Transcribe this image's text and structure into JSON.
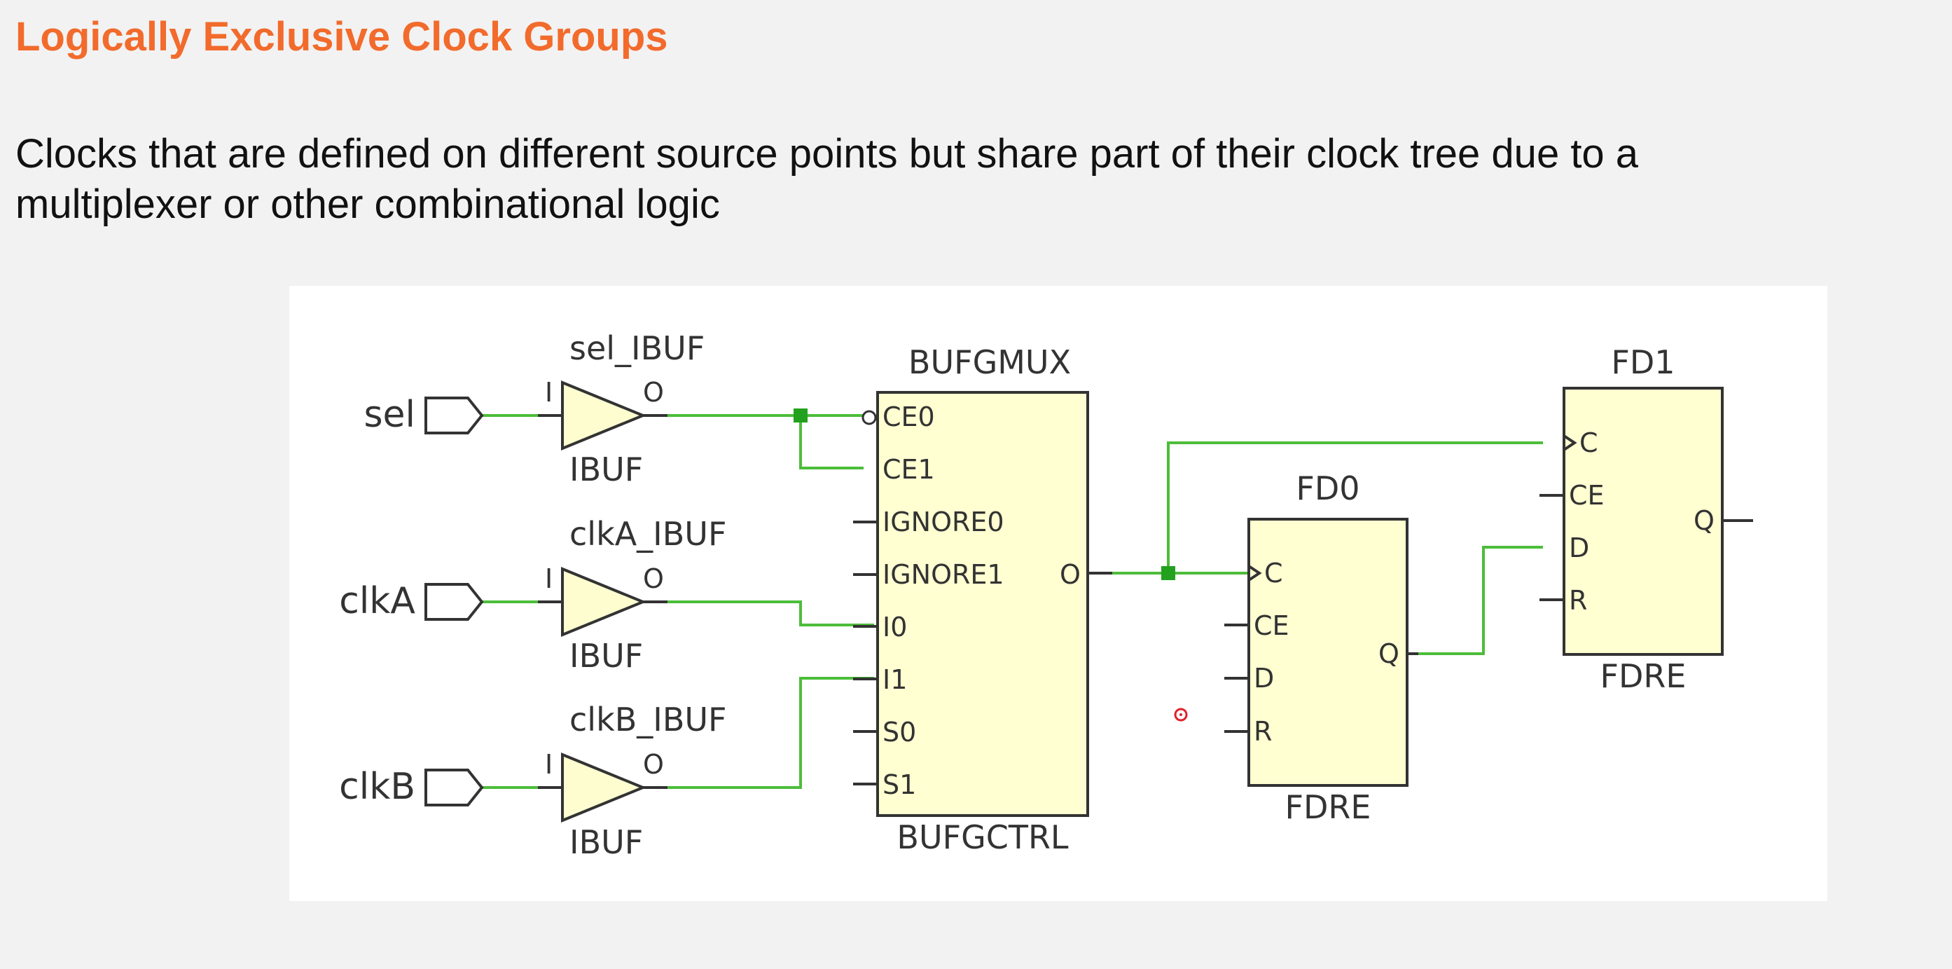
{
  "slide": {
    "title": "Logically Exclusive Clock Groups",
    "body": "Clocks that are defined on different source points but share part of their clock tree due to a multiplexer or other combinational logic"
  },
  "colors": {
    "title": "#f26b2c",
    "wire_active": "#4cbd3a",
    "cell_fill": "#ffffd2",
    "outline": "#333333"
  },
  "schematic": {
    "ports": [
      {
        "id": "sel",
        "label": "sel"
      },
      {
        "id": "clkA",
        "label": "clkA"
      },
      {
        "id": "clkB",
        "label": "clkB"
      }
    ],
    "buffers": [
      {
        "id": "sel_ibuf",
        "instance": "sel_IBUF",
        "type": "IBUF",
        "in_pin": "I",
        "out_pin": "O"
      },
      {
        "id": "clka_ibuf",
        "instance": "clkA_IBUF",
        "type": "IBUF",
        "in_pin": "I",
        "out_pin": "O"
      },
      {
        "id": "clkb_ibuf",
        "instance": "clkB_IBUF",
        "type": "IBUF",
        "in_pin": "I",
        "out_pin": "O"
      }
    ],
    "mux": {
      "instance": "BUFGMUX",
      "type": "BUFGCTRL",
      "inputs": [
        "CE0",
        "CE1",
        "IGNORE0",
        "IGNORE1",
        "I0",
        "I1",
        "S0",
        "S1"
      ],
      "output": "O"
    },
    "flops": [
      {
        "id": "fd0",
        "instance": "FD0",
        "type": "FDRE",
        "inputs": [
          "C",
          "CE",
          "D",
          "R"
        ],
        "output": "Q"
      },
      {
        "id": "fd1",
        "instance": "FD1",
        "type": "FDRE",
        "inputs": [
          "C",
          "CE",
          "D",
          "R"
        ],
        "output": "Q"
      }
    ]
  }
}
